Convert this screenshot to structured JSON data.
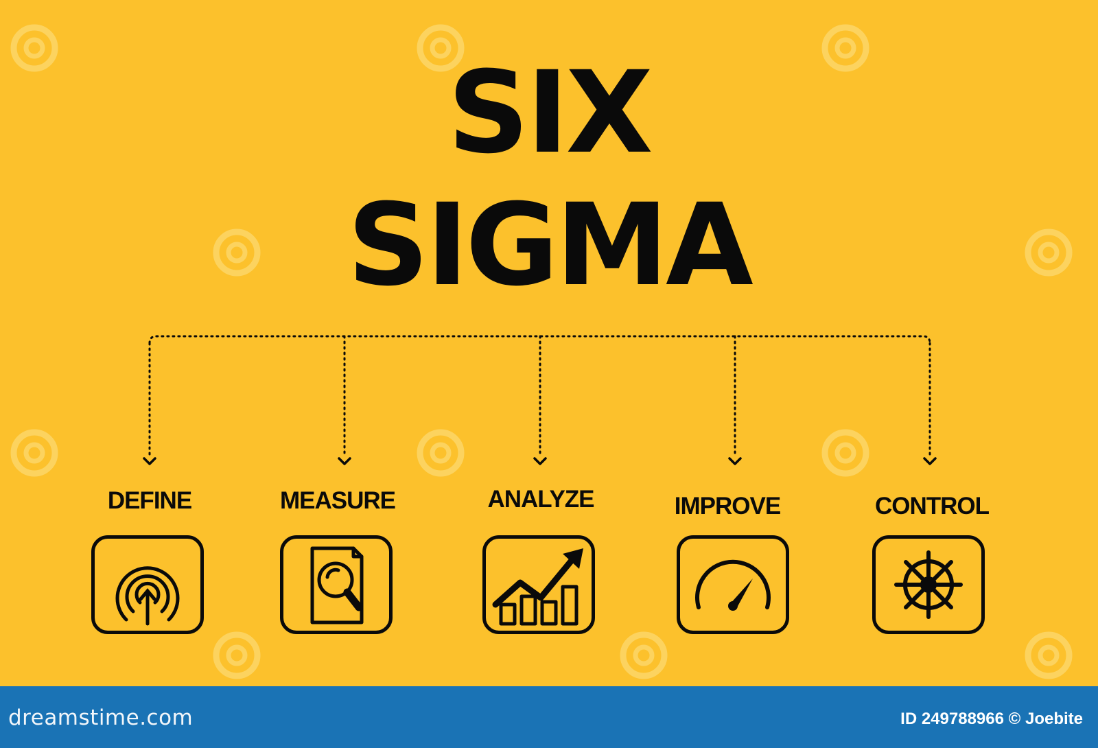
{
  "title": {
    "line1": "SIX",
    "line2": "SIGMA"
  },
  "steps": [
    {
      "label": "DEFINE",
      "icon": "define-signal-icon"
    },
    {
      "label": "MEASURE",
      "icon": "measure-document-search-icon"
    },
    {
      "label": "ANALYZE",
      "icon": "analyze-growth-chart-icon"
    },
    {
      "label": "IMPROVE",
      "icon": "improve-gauge-icon"
    },
    {
      "label": "CONTROL",
      "icon": "control-helm-wheel-icon"
    }
  ],
  "footer": {
    "brand": "dreamstime.com",
    "credit": "ID 249788966 © Joebite"
  },
  "colors": {
    "background": "#fcc12c",
    "ink": "#0a0a0a",
    "footer": "#1a73b5",
    "watermark": "#fde28a"
  }
}
